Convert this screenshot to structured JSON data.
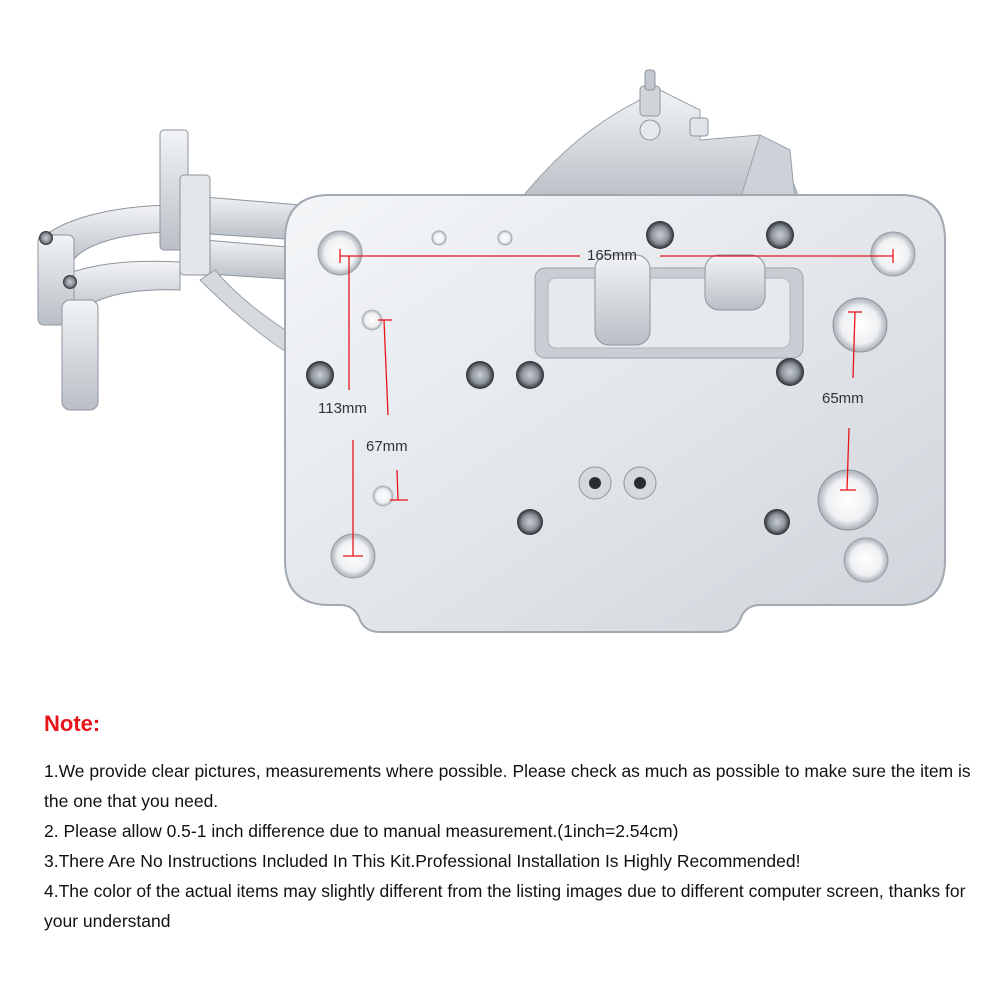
{
  "figure": {
    "dimensions": {
      "width_label": "165mm",
      "height_label": "113mm",
      "small_height_label": "67mm",
      "right_height_label": "65mm"
    },
    "colors": {
      "measure_line": "#e8141b",
      "metal": "#d9dde2"
    }
  },
  "notes": {
    "title": "Note:",
    "items": [
      "1.We provide clear pictures, measurements where possible. Please check as much as possible to make sure the item is the one that you need.",
      "2. Please allow 0.5-1 inch difference due to manual measurement.(1inch=2.54cm)",
      "3.There Are No Instructions Included In This Kit.Professional Installation Is Highly Recommended!",
      "4.The color of the actual items may slightly different from the listing images due to different computer screen, thanks for your understand"
    ],
    "title_color": "#e8141b"
  }
}
